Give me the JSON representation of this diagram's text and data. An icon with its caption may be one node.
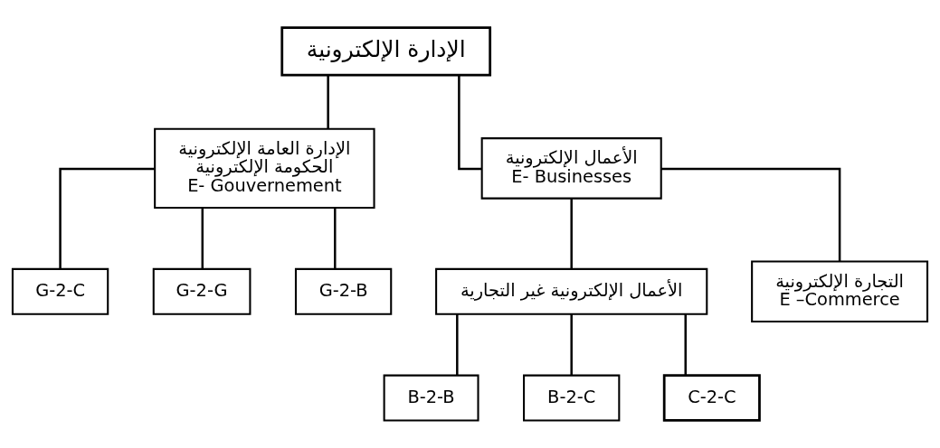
{
  "diagram": {
    "nodes": [
      {
        "text": [
          "الإدارة الإلكترونية"
        ]
      },
      {
        "text": [
          "الإدارة العامة الإلكترونية",
          "الحكومة الإلكترونية",
          "E- Gouvernement"
        ]
      },
      {
        "text": [
          "الأعمال الإلكترونية",
          "E- Businesses"
        ]
      },
      {
        "text": [
          "الأعمال الإلكترونية غير التجارية"
        ]
      },
      {
        "text": [
          "التجارة الإلكترونية",
          "E –Commerce"
        ]
      },
      {
        "text": [
          "G-2-C"
        ]
      },
      {
        "text": [
          "G-2-G"
        ]
      },
      {
        "text": [
          "G-2-B"
        ]
      },
      {
        "text": [
          "B-2-B"
        ]
      },
      {
        "text": [
          "B-2-C"
        ]
      },
      {
        "text": [
          "C-2-C"
        ]
      }
    ],
    "edges": [
      {
        "from": 0,
        "to": 1,
        "arrow": "none"
      },
      {
        "from": 0,
        "to": 2,
        "arrow": "none"
      },
      {
        "from": 2,
        "to": 3,
        "arrow": "none"
      },
      {
        "from": 2,
        "to": 4,
        "arrow": "none"
      },
      {
        "from": 1,
        "to": 5,
        "arrow": "none"
      },
      {
        "from": 1,
        "to": 6,
        "arrow": "none"
      },
      {
        "from": 1,
        "to": 7,
        "arrow": "none"
      },
      {
        "from": 3,
        "to": 8,
        "arrow": "none"
      },
      {
        "from": 3,
        "to": 9,
        "arrow": "none"
      },
      {
        "from": 3,
        "to": 10,
        "arrow": "none"
      }
    ]
  }
}
